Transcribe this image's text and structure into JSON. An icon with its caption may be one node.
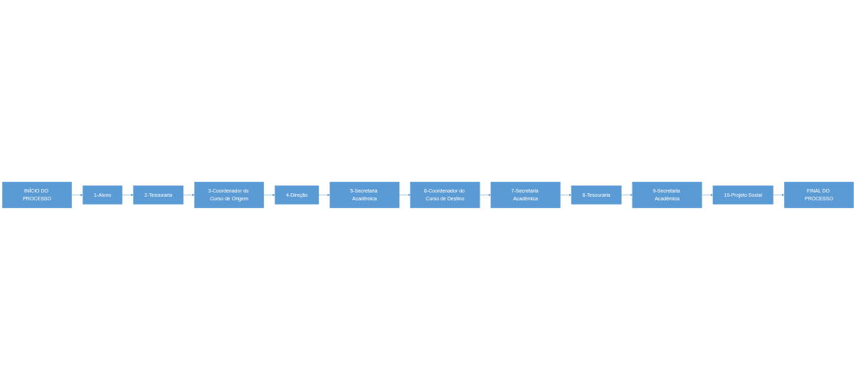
{
  "diagram": {
    "nodes": [
      {
        "text": [
          "INÍCIO DO PROCESSO"
        ]
      },
      {
        "text": [
          "1-Aluno"
        ]
      },
      {
        "text": [
          "2-Tesouraria"
        ]
      },
      {
        "text": [
          "3-Coordenador do Curso de Origem"
        ]
      },
      {
        "text": [
          "4-Direção"
        ]
      },
      {
        "text": [
          "5-Secretaria Acadêmica"
        ]
      },
      {
        "text": [
          "6-Coordenador do Curso de Destino"
        ]
      },
      {
        "text": [
          "7-Secretaria Acadêmica"
        ]
      },
      {
        "text": [
          "8-Tesouraria"
        ]
      },
      {
        "text": [
          "9-Secretaria Acadêmica"
        ]
      },
      {
        "text": [
          "10-Projeto Social"
        ]
      },
      {
        "text": [
          "FINAL DO PROCESSO"
        ]
      }
    ],
    "edges": [
      {
        "from": 0,
        "to": 1,
        "arrow": "to"
      },
      {
        "from": 1,
        "to": 2,
        "arrow": "to"
      },
      {
        "from": 2,
        "to": 3,
        "arrow": "to"
      },
      {
        "from": 3,
        "to": 4,
        "arrow": "to"
      },
      {
        "from": 4,
        "to": 5,
        "arrow": "to"
      },
      {
        "from": 5,
        "to": 6,
        "arrow": "to"
      },
      {
        "from": 6,
        "to": 7,
        "arrow": "to"
      },
      {
        "from": 7,
        "to": 8,
        "arrow": "to"
      },
      {
        "from": 8,
        "to": 9,
        "arrow": "to"
      },
      {
        "from": 9,
        "to": 10,
        "arrow": "to"
      },
      {
        "from": 10,
        "to": 11,
        "arrow": "to"
      }
    ]
  }
}
